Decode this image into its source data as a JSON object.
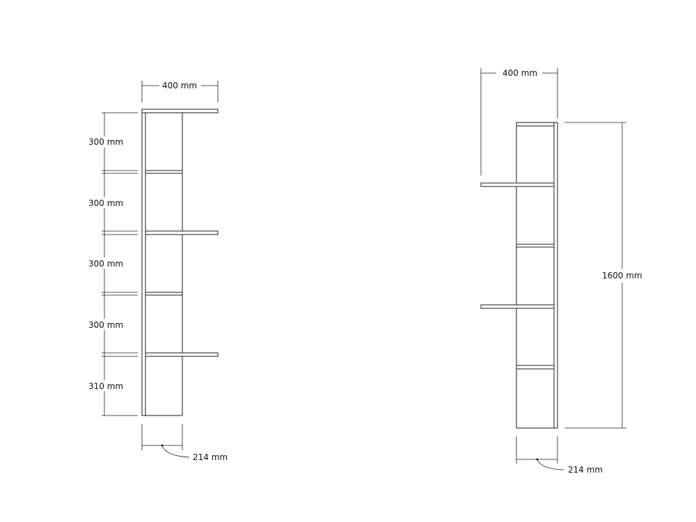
{
  "colors": {
    "line": "#1a1a1a",
    "background": "#ffffff"
  },
  "front_view": {
    "width_label": "400 mm",
    "depth_label": "214 mm",
    "section_labels": [
      "300 mm",
      "300 mm",
      "300 mm",
      "300 mm",
      "310 mm"
    ]
  },
  "side_view": {
    "width_label": "400 mm",
    "height_label": "1600 mm",
    "depth_label": "214 mm"
  }
}
